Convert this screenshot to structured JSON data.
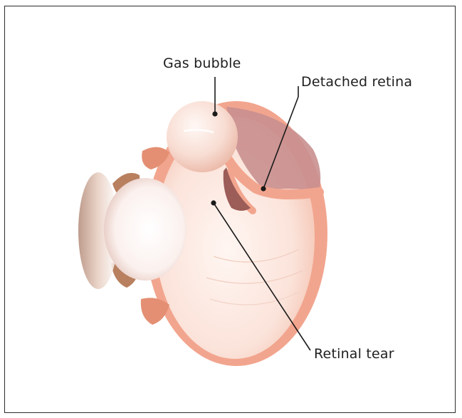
{
  "figure": {
    "labels": {
      "gas_bubble": "Gas bubble",
      "detached_retina": "Detached retina",
      "retinal_tear": "Retinal tear"
    }
  },
  "colors": {
    "border": "#2b2b2b",
    "leader_line": "#1a1a1a",
    "sclera": "#f2a58e",
    "vitreous": "#fbe9e2",
    "detached_region": "#c98f8f",
    "iris": "#b8805f"
  }
}
